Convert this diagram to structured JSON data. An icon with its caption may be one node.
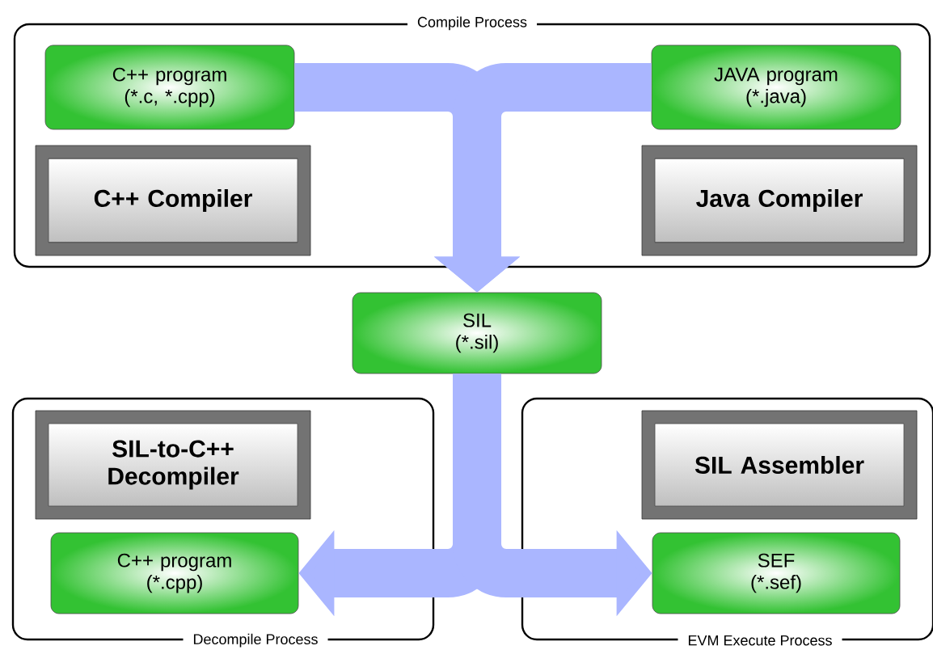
{
  "diagram": {
    "nodes": [
      {
        "text": [
          "Compile Process"
        ]
      },
      {
        "text": [
          "C++ program (*.c, *.cpp)"
        ],
        "in": 0
      },
      {
        "text": [
          "JAVA program (*.java)"
        ],
        "in": 0
      },
      {
        "text": [
          "C++ Compiler"
        ],
        "in": 0
      },
      {
        "text": [
          "Java Compiler"
        ],
        "in": 0
      },
      {
        "text": [
          "SIL (*.sil)"
        ]
      },
      {
        "text": [
          "Decompile Process"
        ]
      },
      {
        "text": [
          "SIL-to-C++ Decompiler"
        ],
        "in": 6
      },
      {
        "text": [
          "C++ program (*.cpp)"
        ],
        "in": 6
      },
      {
        "text": [
          "EVM Execute Process"
        ]
      },
      {
        "text": [
          "SIL Assembler"
        ],
        "in": 9
      },
      {
        "text": [
          "SEF (*.sef)"
        ],
        "in": 9
      }
    ],
    "edges": [
      {
        "from": 1,
        "to": 5,
        "arrow": "to"
      },
      {
        "from": 2,
        "to": 5,
        "arrow": "to"
      },
      {
        "from": 5,
        "to": 8,
        "arrow": "to"
      },
      {
        "from": 5,
        "to": 11,
        "arrow": "to"
      }
    ]
  }
}
